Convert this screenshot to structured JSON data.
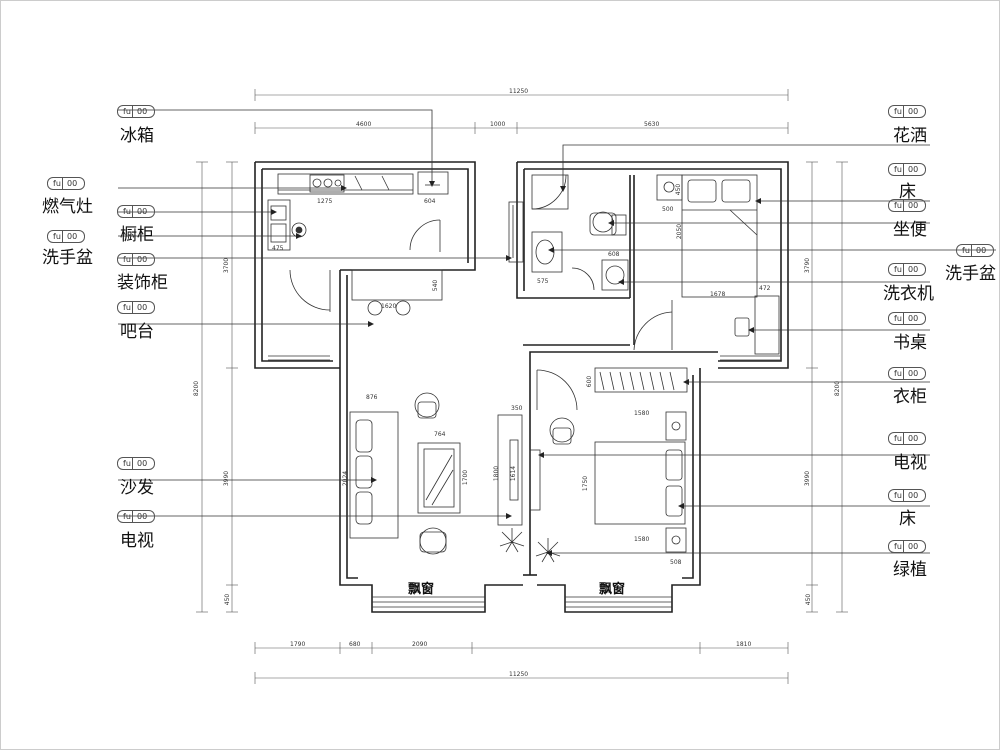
{
  "tag": {
    "code": "fu",
    "num": "00"
  },
  "callouts": [
    {
      "id": "fridge",
      "label": "冰箱"
    },
    {
      "id": "stove",
      "label": "燃气灶"
    },
    {
      "id": "cabinet",
      "label": "橱柜"
    },
    {
      "id": "basin-left",
      "label": "洗手盆"
    },
    {
      "id": "deco-cabinet",
      "label": "装饰柜"
    },
    {
      "id": "bar",
      "label": "吧台"
    },
    {
      "id": "sofa",
      "label": "沙发"
    },
    {
      "id": "tv-left",
      "label": "电视"
    },
    {
      "id": "shower",
      "label": "花洒"
    },
    {
      "id": "bed-top",
      "label": "床"
    },
    {
      "id": "toilet",
      "label": "坐便"
    },
    {
      "id": "basin-right",
      "label": "洗手盆"
    },
    {
      "id": "washer",
      "label": "洗衣机"
    },
    {
      "id": "desk",
      "label": "书桌"
    },
    {
      "id": "wardrobe",
      "label": "衣柜"
    },
    {
      "id": "tv-right",
      "label": "电视"
    },
    {
      "id": "bed-bottom",
      "label": "床"
    },
    {
      "id": "plant",
      "label": "绿植"
    }
  ],
  "windows": {
    "living": "飘窗",
    "bedroom": "飘窗"
  },
  "dims": {
    "total_top": "11250",
    "top_left": "4600",
    "top_mid": "1000",
    "top_right": "5630",
    "bottom_1": "1790",
    "bottom_2": "680",
    "bottom_3": "2090",
    "bottom_4": "1810",
    "total_bottom": "11250",
    "left_upper": "3700",
    "left_lower": "3990",
    "left_win": "450",
    "left_total": "8200",
    "right_upper": "3790",
    "right_lower": "3990",
    "right_win": "450",
    "right_total": "8200",
    "kitchen_counter": "1275",
    "kitchen_door": "604",
    "kitchen_sink": "475",
    "bar_width": "1620",
    "bar_depth": "540",
    "sofa_depth": "876",
    "table_w": "764",
    "table_h": "1700",
    "tv_cab": "350",
    "tv_len": "1800",
    "sofa_len": "2024",
    "living_tv_unit": "1614",
    "bath_basin": "575",
    "washer_w": "608",
    "bed_top_h": "2050",
    "bed_top_w": "500",
    "bed_top_l": "1678",
    "desk_w": "472",
    "bath_top": "450",
    "wardrobe_w": "1580",
    "wardrobe_d": "600",
    "bed_bottom_h": "1750",
    "bed_bottom_w": "1580",
    "nightstand": "508"
  }
}
